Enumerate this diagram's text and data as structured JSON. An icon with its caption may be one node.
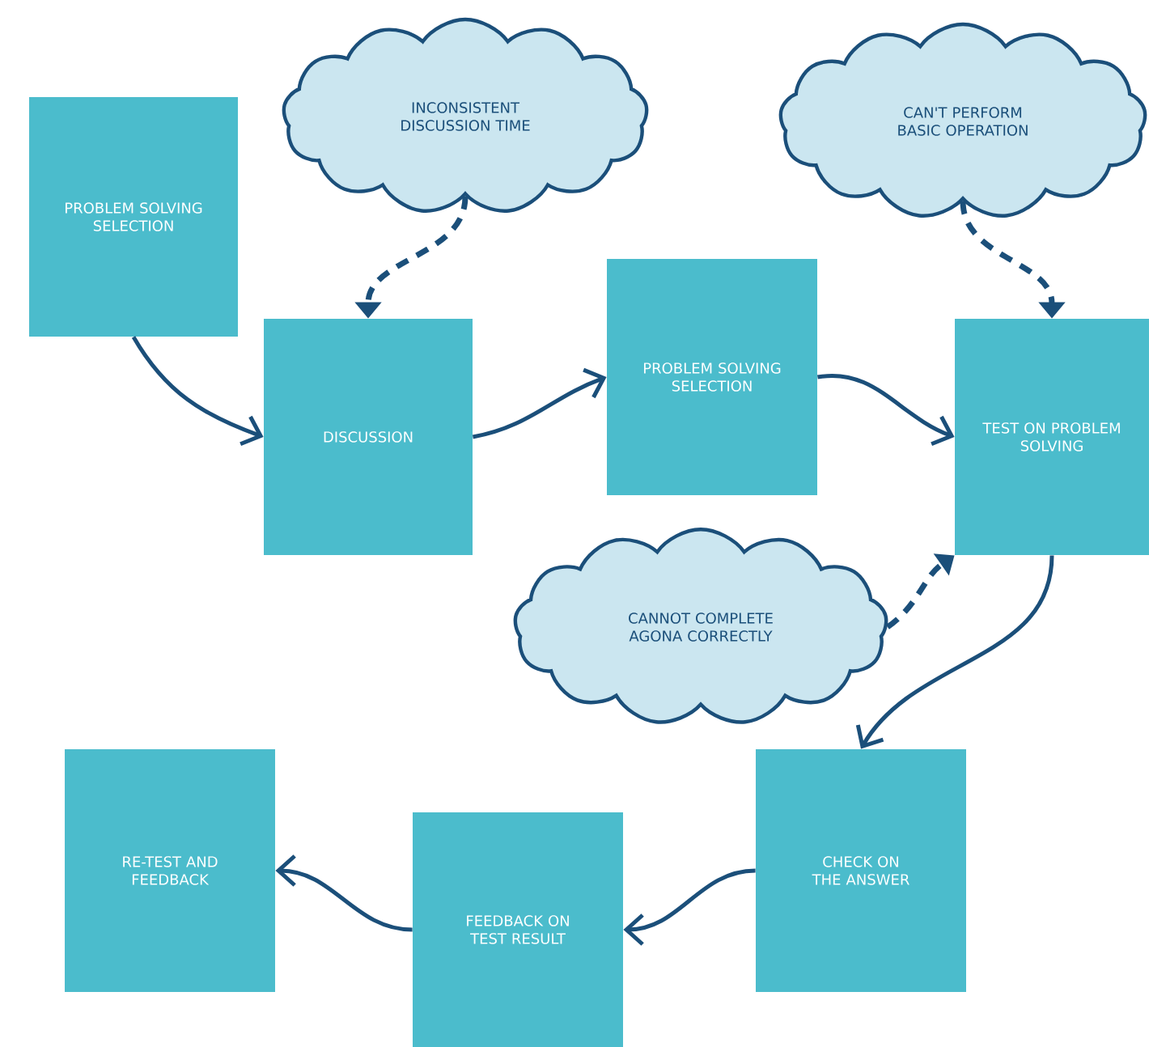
{
  "diagram": {
    "nodes": [
      {
        "text": [
          "PROBLEM SOLVING SELECTION"
        ]
      },
      {
        "text": [
          "INCONSISTENT DISCUSSION TIME"
        ]
      },
      {
        "text": [
          "CAN'T PERFORM BASIC OPERATION"
        ]
      },
      {
        "text": [
          "DISCUSSION"
        ]
      },
      {
        "text": [
          "PROBLEM SOLVING SELECTION"
        ]
      },
      {
        "text": [
          "TEST ON PROBLEM SOLVING"
        ]
      },
      {
        "text": [
          "CANNOT COMPLETE AGONA CORRECTLY"
        ]
      },
      {
        "text": [
          "RE-TEST AND FEEDBACK"
        ]
      },
      {
        "text": [
          "FEEDBACK ON TEST RESULT"
        ]
      },
      {
        "text": [
          "CHECK ON THE ANSWER"
        ]
      }
    ],
    "edges": [
      {
        "from": 0,
        "to": 3,
        "arrow": "to"
      },
      {
        "from": 1,
        "to": 3,
        "arrow": "to",
        "style": "dashed"
      },
      {
        "from": 3,
        "to": 4,
        "arrow": "to"
      },
      {
        "from": 4,
        "to": 5,
        "arrow": "to"
      },
      {
        "from": 2,
        "to": 5,
        "arrow": "to",
        "style": "dashed"
      },
      {
        "from": 6,
        "to": 5,
        "arrow": "to",
        "style": "dashed"
      },
      {
        "from": 5,
        "to": 9,
        "arrow": "to"
      },
      {
        "from": 9,
        "to": 8,
        "arrow": "to"
      },
      {
        "from": 8,
        "to": 7,
        "arrow": "to"
      }
    ]
  }
}
